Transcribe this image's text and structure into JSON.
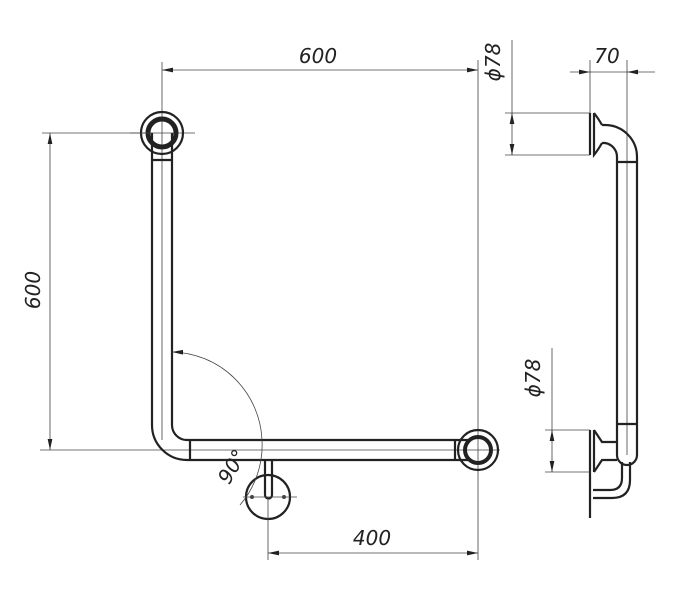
{
  "dimensions": {
    "front_width": "600",
    "front_height": "600",
    "bracket_offset": "400",
    "angle": "90°",
    "side_depth": "70",
    "top_flange_diameter": "ϕ78",
    "bottom_flange_diameter": "ϕ78"
  },
  "colors": {
    "line": "#222222",
    "background": "#ffffff"
  }
}
